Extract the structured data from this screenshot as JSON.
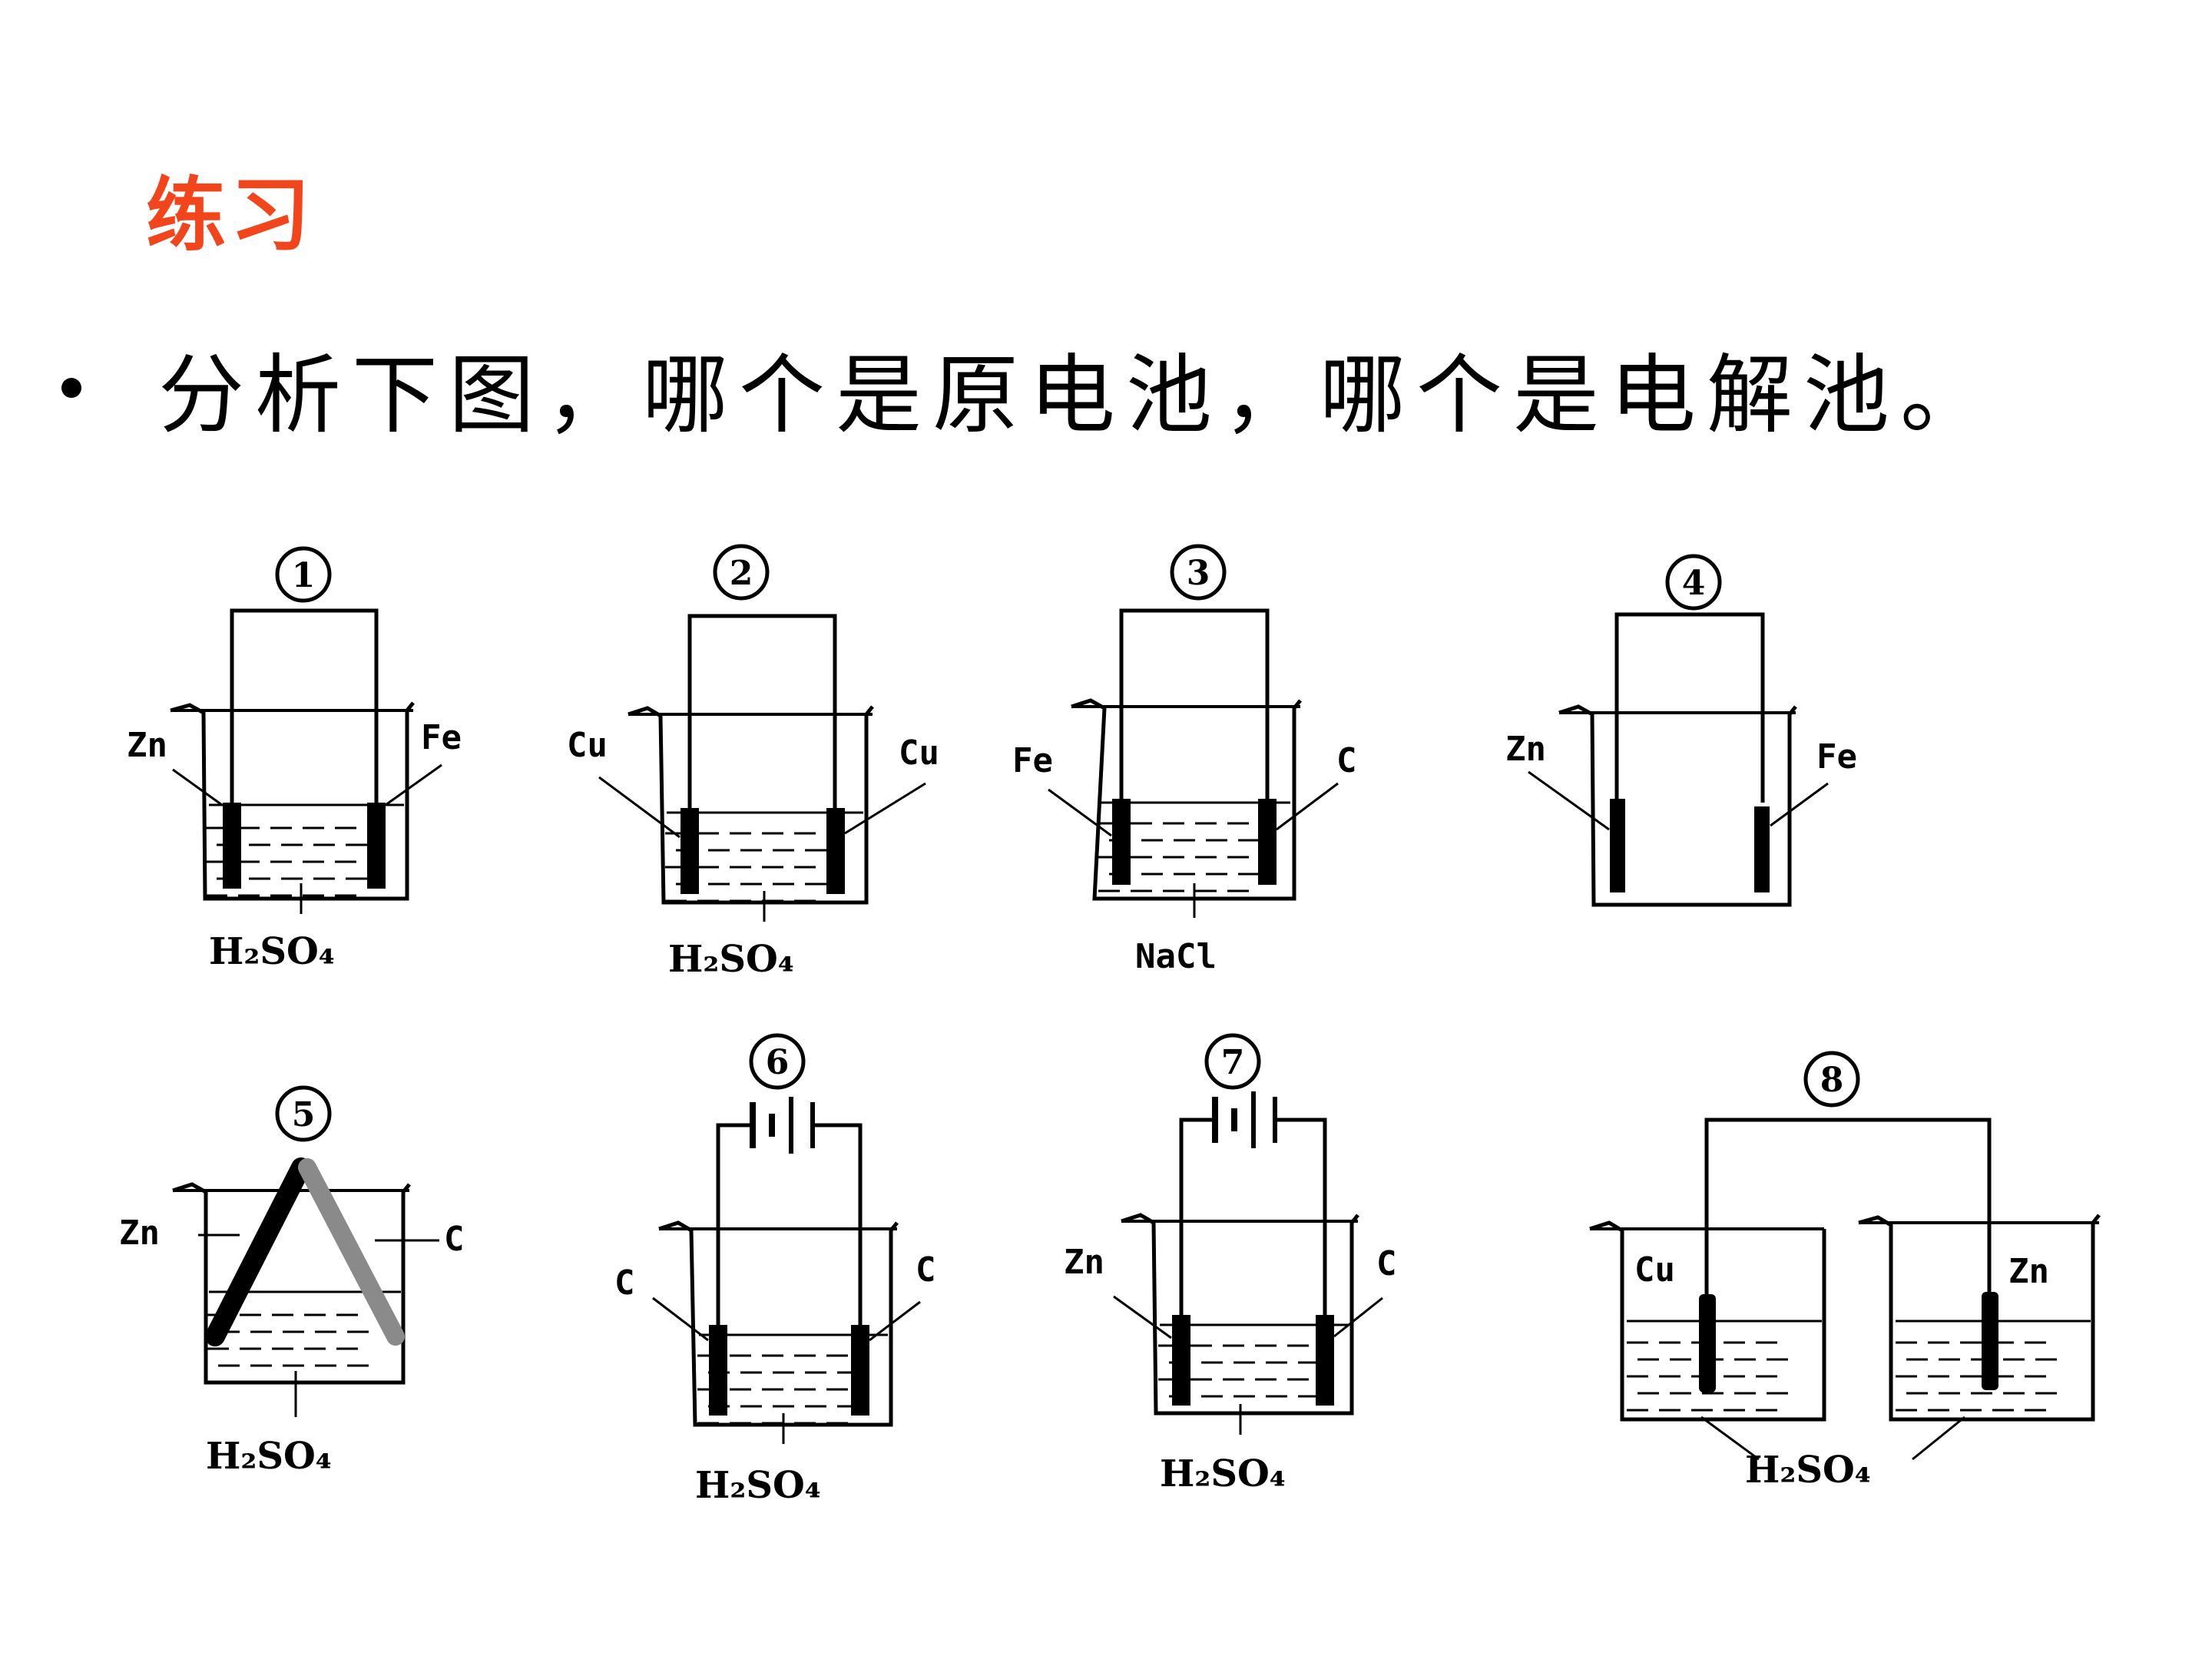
{
  "slide": {
    "title": "练习",
    "bullet": "分析下图，哪个是原电池，哪个是电解池。"
  },
  "cells": [
    {
      "num": "1",
      "left": "Zn",
      "right": "Fe",
      "solution": "H₂SO₄"
    },
    {
      "num": "2",
      "left": "Cu",
      "right": "Cu",
      "solution": "H₂SO₄"
    },
    {
      "num": "3",
      "left": "Fe",
      "right": "C",
      "solution": "NaCl"
    },
    {
      "num": "4",
      "left": "Zn",
      "right": "Fe",
      "solution": ""
    },
    {
      "num": "5",
      "left": "Zn",
      "right": "C",
      "solution": "H₂SO₄"
    },
    {
      "num": "6",
      "left": "C",
      "right": "C",
      "solution": "H₂SO₄"
    },
    {
      "num": "7",
      "left": "Zn",
      "right": "C",
      "solution": "H₂SO₄"
    },
    {
      "num": "8",
      "left": "Cu",
      "right": "Zn",
      "solution": "H₂SO₄"
    }
  ],
  "colors": {
    "title": "#f2451c",
    "ink": "#000000",
    "carbon_rod": "#8a8a8a"
  }
}
